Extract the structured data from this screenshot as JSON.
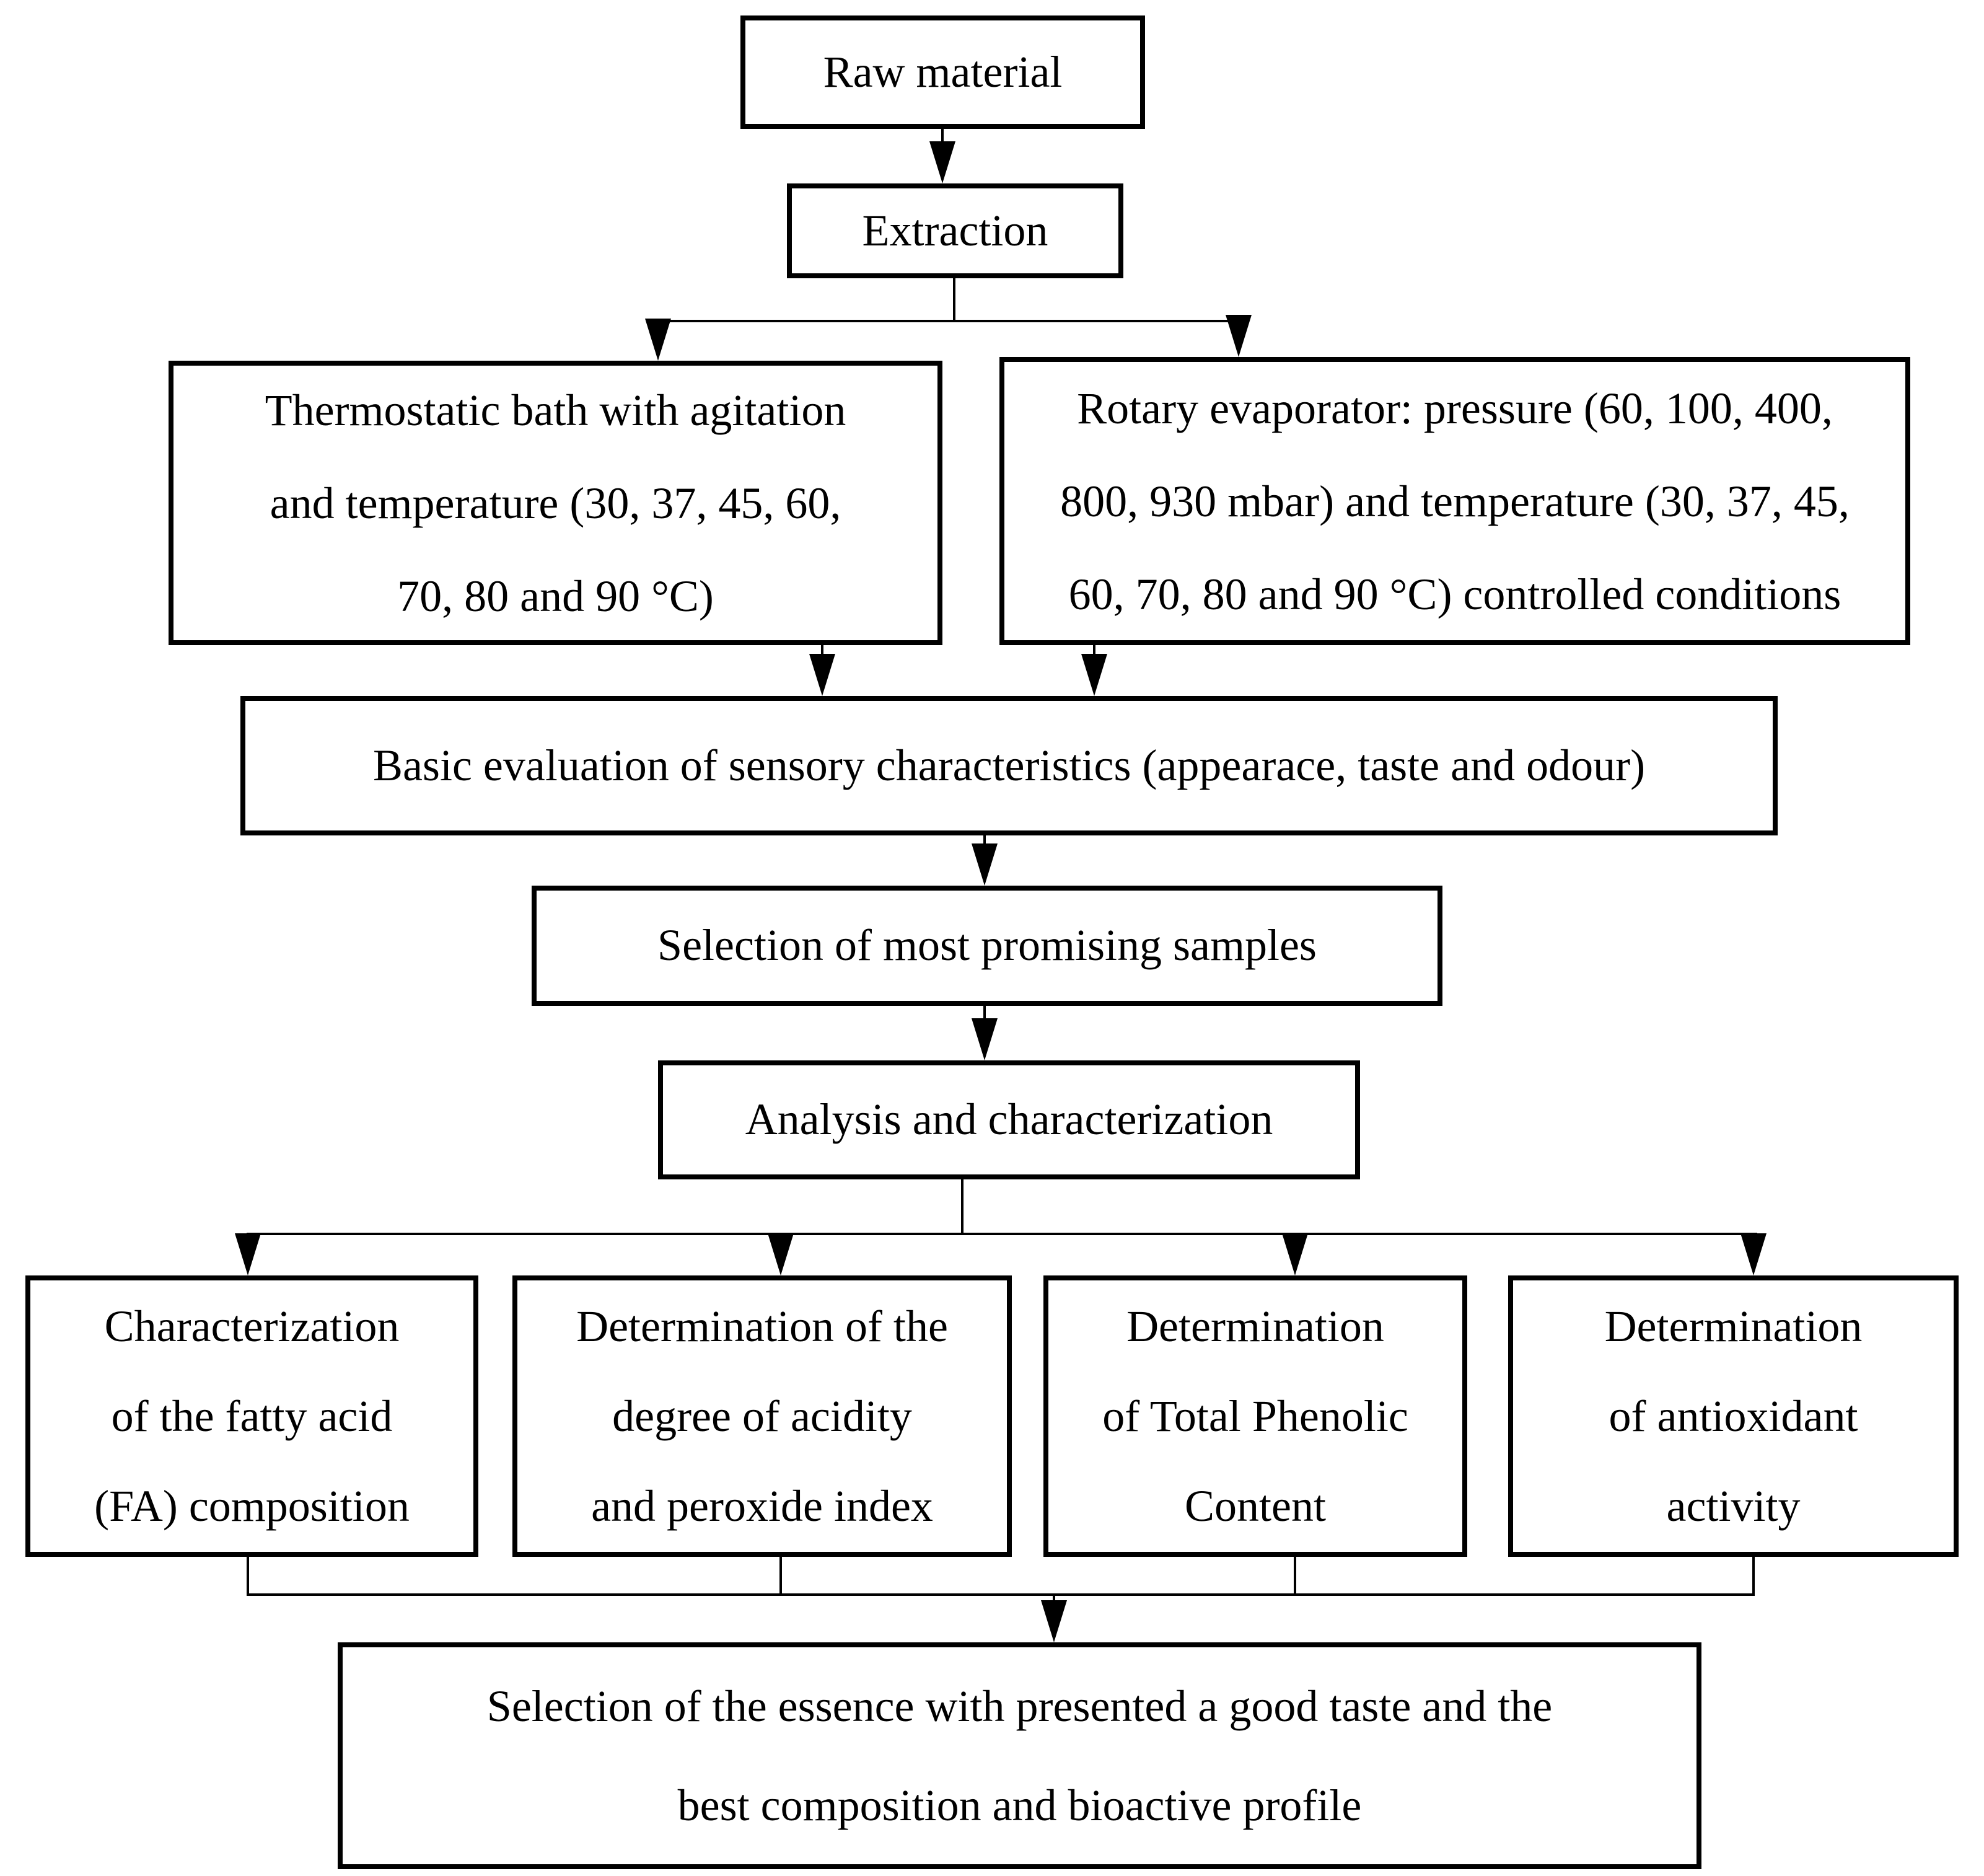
{
  "nodes": {
    "raw_material": "Raw material",
    "extraction": "Extraction",
    "thermostatic_bath": "Thermostatic bath with agitation\nand temperature (30, 37, 45, 60,\n70, 80 and 90 °C)",
    "rotary_evaporator": "Rotary evaporator: pressure (60, 100, 400,\n800, 930 mbar) and temperature (30, 37, 45,\n60, 70, 80 and 90 °C) controlled conditions",
    "sensory_evaluation": "Basic evaluation of sensory characteristics (appearace, taste and odour)",
    "sample_selection": "Selection of most promising samples",
    "analysis": "Analysis and characterization",
    "fatty_acid": "Characterization\nof the fatty acid\n(FA) composition",
    "acidity": "Determination of the\ndegree of acidity\nand peroxide index",
    "phenolic": "Determination\nof Total Phenolic\nContent",
    "antioxidant": "Determination\nof antioxidant\nactivity",
    "final_selection": "Selection of the essence with presented a good taste and the\nbest composition and bioactive profile"
  },
  "colors": {
    "border": "#000000",
    "background": "#ffffff",
    "text": "#000000",
    "line": "#000000"
  }
}
